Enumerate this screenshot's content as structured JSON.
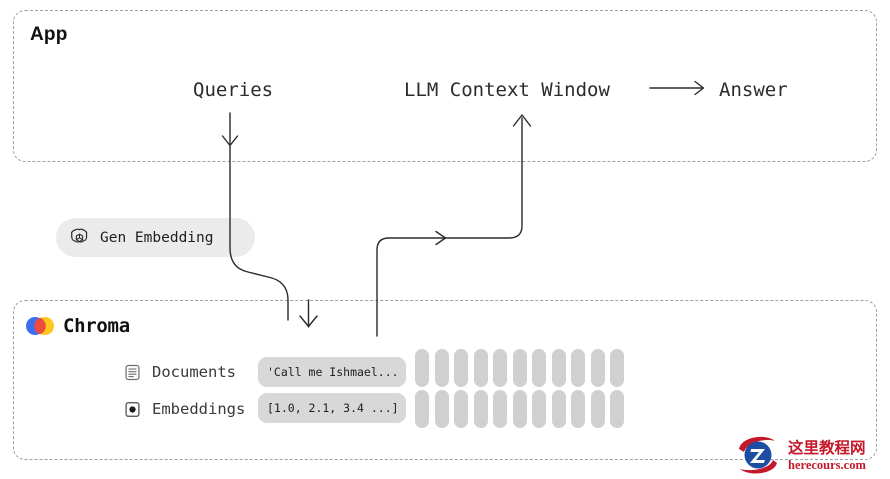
{
  "diagram": {
    "title_app": "App",
    "title_chroma": "Chroma",
    "nodes": {
      "queries": "Queries",
      "llm_context_window": "LLM Context Window",
      "answer": "Answer",
      "gen_embedding": "Gen Embedding"
    },
    "chroma_rows": [
      {
        "icon": "document-icon",
        "label": "Documents",
        "value": "'Call me Ishmael..."
      },
      {
        "icon": "vector-dot-icon",
        "label": "Embeddings",
        "value": "[1.0, 2.1, 3.4 ...]"
      }
    ],
    "placeholder_bars": {
      "columns": 11,
      "rows": 2
    },
    "icons": {
      "openai": "openai-logo-icon",
      "chroma": "chroma-logo-icon"
    },
    "colors": {
      "chroma_blue": "#3b6ef0",
      "chroma_orange": "#ef4a3c",
      "chroma_yellow": "#ffc61e",
      "dashed_border": "#9aa0a6",
      "pill_bg": "#ebebeb",
      "chip_bg": "#d8d8d8",
      "bar_bg": "#d0d0d0",
      "wire": "#2b2b2b",
      "text": "#2b2b2b"
    },
    "watermark": {
      "cn_text": "这里教程网",
      "domain_text": "herecours.com"
    }
  }
}
